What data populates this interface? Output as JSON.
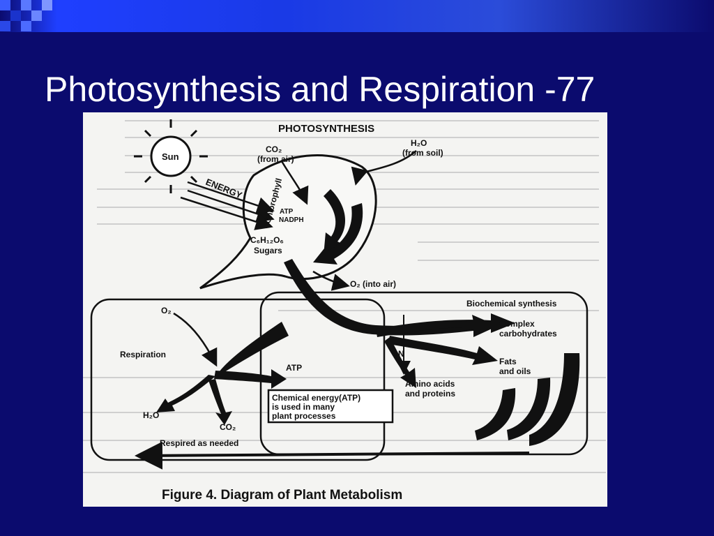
{
  "slide": {
    "title": "Photosynthesis and Respiration -77",
    "colors": {
      "background": "#0b0b6e",
      "accent_bar": "#1f3fff",
      "title_text": "#ffffff"
    }
  },
  "figure": {
    "caption": "Figure 4. Diagram of Plant Metabolism",
    "labels": {
      "photosynthesis": "PHOTOSYNTHESIS",
      "sun": "Sun",
      "energy": "ENERGY",
      "co2": "CO₂",
      "co2_source": "(from air)",
      "h2o": "H₂O",
      "h2o_source": "(from soil)",
      "chlorophyll": "Chlorophyll",
      "atp_small": "ATP",
      "nadph": "NADPH",
      "glucose": "C₆H₁₂O₆",
      "sugars": "Sugars",
      "o2_into_air": "O₂ (into air)",
      "biochemical_synthesis": "Biochemical synthesis",
      "complex_carbs_1": "Complex",
      "complex_carbs_2": "carbohydrates",
      "plus_n": "+N",
      "fats_1": "Fats",
      "fats_2": "and oils",
      "amino_1": "Amino acids",
      "amino_2": "and proteins",
      "o2": "O₂",
      "respiration": "Respiration",
      "atp": "ATP",
      "chem_energy_1": "Chemical energy(ATP)",
      "chem_energy_2": "is used in many",
      "chem_energy_3": "plant processes",
      "h2o_out": "H₂O",
      "co2_out": "CO₂",
      "respired": "Respired as needed"
    }
  }
}
